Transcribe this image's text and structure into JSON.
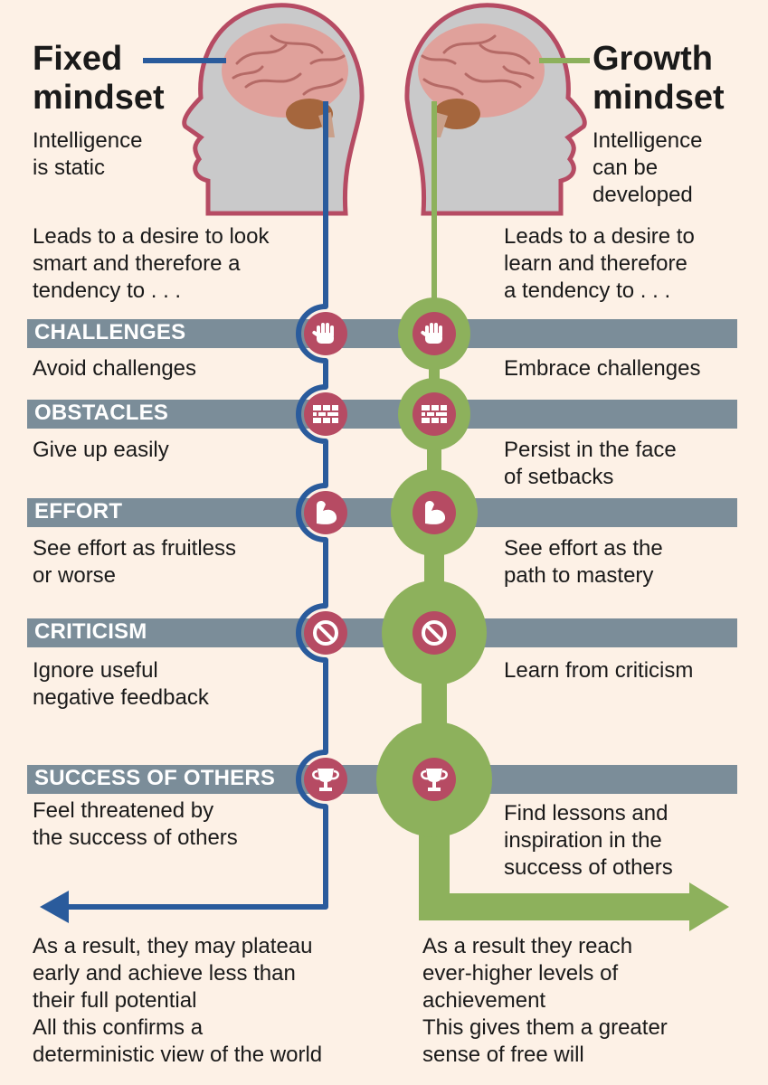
{
  "fixed": {
    "title": "Fixed\nmindset",
    "subtitle": "Intelligence\nis static",
    "leads": "Leads to a desire to look\nsmart and therefore a\ntendency to  . . .",
    "result": "As a result, they may plateau\nearly and achieve less than\ntheir full potential\nAll this confirms a\ndeterministic view of the world"
  },
  "growth": {
    "title": "Growth\nmindset",
    "subtitle": "Intelligence\ncan be\ndeveloped",
    "leads": "Leads to a desire to\nlearn and therefore\na tendency to  . . .",
    "result": "As a result they reach\never-higher levels of\nachievement\nThis gives them a greater\nsense of free will"
  },
  "rows": [
    {
      "category": "CHALLENGES",
      "icon": "hand-stop-icon",
      "fixed": "Avoid challenges",
      "growth": "Embrace challenges"
    },
    {
      "category": "OBSTACLES",
      "icon": "brick-wall-icon",
      "fixed": "Give up easily",
      "growth": "Persist in the face\nof setbacks"
    },
    {
      "category": "EFFORT",
      "icon": "flexed-arm-icon",
      "fixed": "See effort as fruitless\nor worse",
      "growth": "See effort as the\npath to mastery"
    },
    {
      "category": "CRITICISM",
      "icon": "no-entry-icon",
      "fixed": "Ignore useful\nnegative feedback",
      "growth": "Learn from criticism"
    },
    {
      "category": "SUCCESS OF OTHERS",
      "icon": "trophy-icon",
      "fixed": "Feel threatened by\nthe success of others",
      "growth": "Find lessons and\ninspiration in the\nsuccess of others"
    }
  ],
  "colors": {
    "background": "#fdf1e6",
    "fixed_line": "#2a5b9c",
    "growth_line": "#8db15c",
    "bar": "#7b8d99",
    "icon_badge": "#b64b63",
    "head_outline": "#b64b63",
    "head_fill": "#c7c8c9",
    "brain": "#e1a09a"
  }
}
